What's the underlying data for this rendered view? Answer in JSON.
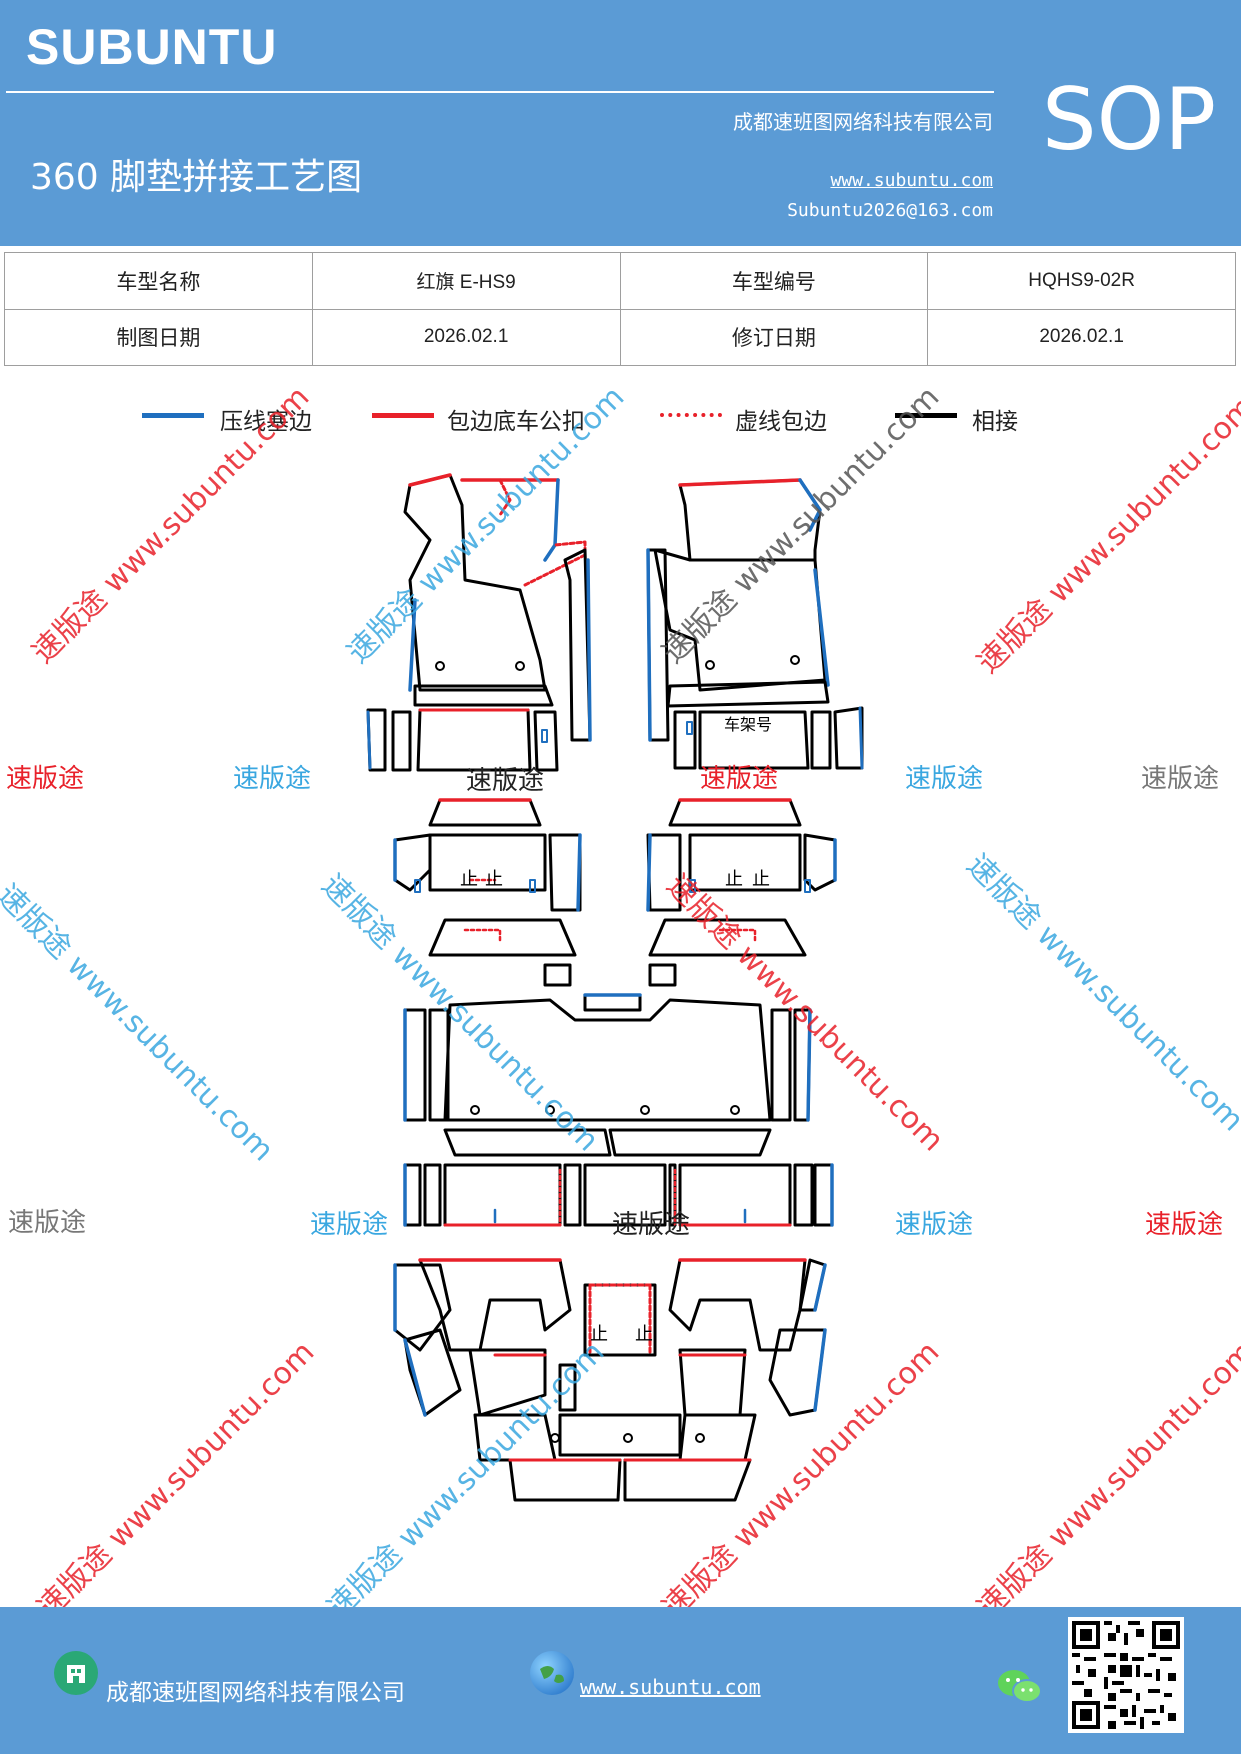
{
  "header": {
    "brand": "SUBUNTU",
    "title": "360 脚垫拼接工艺图",
    "company": "成都速班图网络科技有限公司",
    "website": "www.subuntu.com",
    "email": "Subuntu2026@163.com",
    "badge": "SOP"
  },
  "info_table": {
    "row1": {
      "label1": "车型名称",
      "value1": "红旗 E-HS9",
      "label2": "车型编号",
      "value2": "HQHS9-02R"
    },
    "row2": {
      "label1": "制图日期",
      "value1": "2026.02.1",
      "label2": "修订日期",
      "value2": "2026.02.1"
    }
  },
  "legend": [
    {
      "label": "压线塞边",
      "color": "#1f6fbf",
      "style": "solid"
    },
    {
      "label": "包边底车公扣",
      "color": "#e8212a",
      "style": "solid"
    },
    {
      "label": "虚线包边",
      "color": "#e8212a",
      "style": "dotted"
    },
    {
      "label": "相接",
      "color": "#000000",
      "style": "solid"
    }
  ],
  "diagram": {
    "vin_label": "车架号",
    "stop_mark": "止"
  },
  "watermarks": {
    "brand_cn": "速版途",
    "diagonal": "速版途 www.subuntu.com",
    "color_red": "#e8212a",
    "color_blue": "#3aa7e0",
    "color_gray": "#777777"
  },
  "footer": {
    "company": "成都速班图网络科技有限公司",
    "website": "www.subuntu.com",
    "icons": [
      "company-icon",
      "globe-icon",
      "wechat-icon",
      "qr-code"
    ]
  }
}
